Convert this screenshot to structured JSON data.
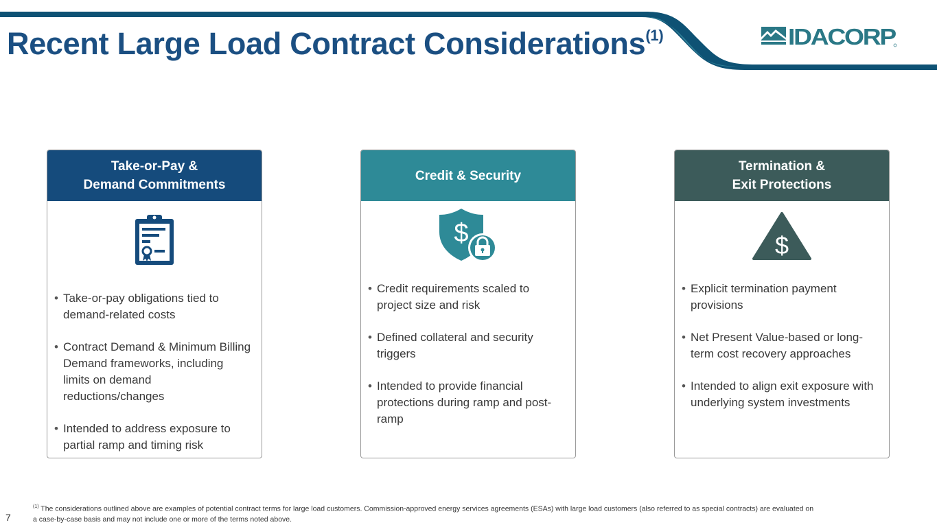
{
  "header": {
    "title": "Recent Large Load Contract Considerations",
    "title_superscript": "(1)",
    "logo_text": "IDACORP",
    "colors": {
      "title": "#1b4f82",
      "band_dark": "#0e5274",
      "band_light": "#2f7f96"
    }
  },
  "cards": [
    {
      "title": "Take-or-Pay &\nDemand Commitments",
      "header_color": "#154b7c",
      "icon": "clipboard-certificate-icon",
      "bullets": [
        "Take-or-pay obligations tied to demand-related costs",
        "Contract Demand & Minimum Billing Demand frameworks, including limits on demand reductions/changes",
        "Intended to address exposure to partial ramp and timing risk"
      ]
    },
    {
      "title": "Credit & Security",
      "header_color": "#2e8a97",
      "icon": "shield-dollar-lock-icon",
      "bullets": [
        "Credit requirements scaled to project size and risk",
        "Defined collateral and security triggers",
        "Intended to provide financial protections during ramp and post-ramp"
      ]
    },
    {
      "title": "Termination &\nExit Protections",
      "header_color": "#3c5b5a",
      "icon": "triangle-dollar-icon",
      "bullets": [
        "Explicit termination payment provisions",
        "Net Present Value-based or long-term cost recovery approaches",
        "Intended to align exit exposure with underlying system investments"
      ]
    }
  ],
  "footer": {
    "page_number": "7",
    "footnote_marker": "(1)",
    "footnote": "The considerations outlined above are examples of potential contract terms for large load customers. Commission-approved energy services agreements (ESAs) with large load customers (also referred to as special contracts) are evaluated on a case-by-case basis and may not include one or more of the terms noted above."
  }
}
